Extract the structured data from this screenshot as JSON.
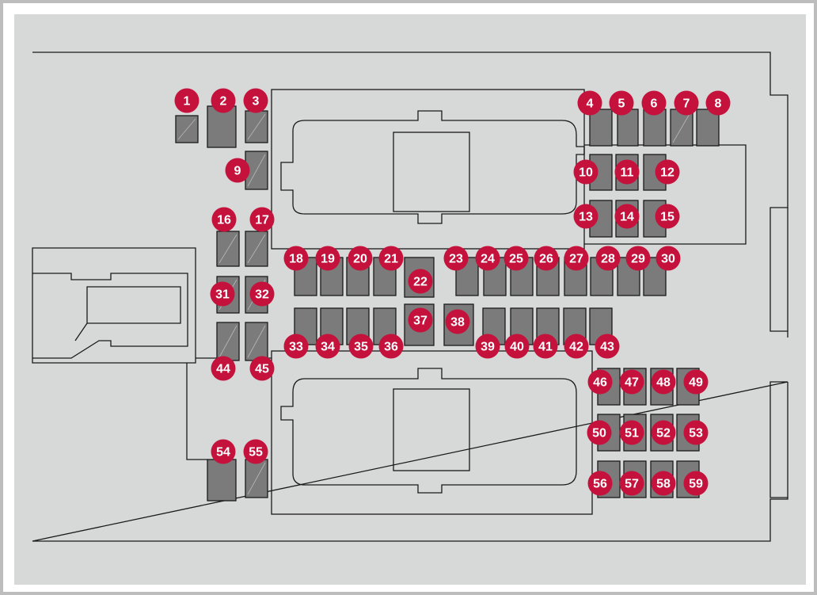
{
  "colors": {
    "background": "#d7d8d8",
    "fuse": "#7b7b7b",
    "badge": "#c4123c",
    "badge_text": "#ffffff",
    "line": "#1a1a1a"
  },
  "fuses": [
    "1",
    "2",
    "3",
    "4",
    "5",
    "6",
    "7",
    "8",
    "9",
    "10",
    "11",
    "12",
    "13",
    "14",
    "15",
    "16",
    "17",
    "18",
    "19",
    "20",
    "21",
    "22",
    "23",
    "24",
    "25",
    "26",
    "27",
    "28",
    "29",
    "30",
    "31",
    "32",
    "33",
    "34",
    "35",
    "36",
    "37",
    "38",
    "39",
    "40",
    "41",
    "42",
    "43",
    "44",
    "45",
    "46",
    "47",
    "48",
    "49",
    "50",
    "51",
    "52",
    "53",
    "54",
    "55",
    "56",
    "57",
    "58",
    "59"
  ]
}
